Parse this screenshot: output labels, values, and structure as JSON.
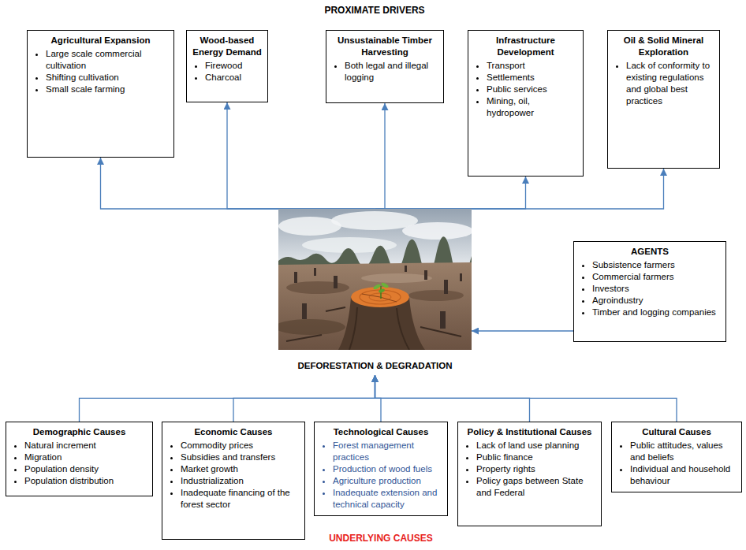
{
  "diagram": {
    "title": "PROXIMATE DRIVERS",
    "nodes": [
      {
        "text": [
          "Agricultural Expansion",
          "Large scale commercial cultivation",
          "Shifting cultivation",
          "Small scale farming"
        ]
      },
      {
        "text": [
          "Wood-based Energy Demand",
          "Firewood",
          "Charcoal"
        ]
      },
      {
        "text": [
          "Unsustainable Timber Harvesting",
          "Both legal and illegal logging"
        ]
      },
      {
        "text": [
          "Infrastructure Development",
          "Transport",
          "Settlements",
          "Public services",
          "Mining, oil, hydropower"
        ]
      },
      {
        "text": [
          "Oil & Solid Mineral Exploration",
          "Lack of conformity to existing regulations and global best practices"
        ]
      },
      {
        "text": [
          "DEFORESTATION & DEGRADATION"
        ]
      },
      {
        "text": [
          "AGENTS",
          "Subsistence farmers",
          "Commercial farmers",
          "Investors",
          "Agroindustry",
          "Timber and logging companies"
        ]
      },
      {
        "text": [
          "Demographic Causes",
          "Natural increment",
          "Migration",
          "Population density",
          "Population distribution"
        ]
      },
      {
        "text": [
          "Economic Causes",
          "Commodity prices",
          "Subsidies and transfers",
          "Market growth",
          "Industrialization",
          "Inadequate financing of the forest sector"
        ]
      },
      {
        "text": [
          "Technological Causes",
          "Forest management practices",
          "Production of wood fuels",
          "Agriculture production",
          "Inadequate extension and technical capacity"
        ]
      },
      {
        "text": [
          "Policy & Institutional Causes",
          "Lack of land use planning",
          "Public finance",
          "Property rights",
          "Policy gaps between State and Federal"
        ]
      },
      {
        "text": [
          "Cultural Causes",
          "Public attitudes, values and beliefs",
          "Individual and household behaviour"
        ]
      }
    ],
    "edges": [
      {
        "from": 5,
        "to": 0,
        "arrow": "to"
      },
      {
        "from": 5,
        "to": 1,
        "arrow": "to"
      },
      {
        "from": 5,
        "to": 2,
        "arrow": "to"
      },
      {
        "from": 5,
        "to": 3,
        "arrow": "to"
      },
      {
        "from": 5,
        "to": 4,
        "arrow": "to"
      },
      {
        "from": 6,
        "to": 5,
        "arrow": "to"
      },
      {
        "from": 7,
        "to": 5,
        "arrow": "to"
      },
      {
        "from": 8,
        "to": 5,
        "arrow": "to"
      },
      {
        "from": 9,
        "to": 5,
        "arrow": "to"
      },
      {
        "from": 10,
        "to": 5,
        "arrow": "to"
      },
      {
        "from": 11,
        "to": 5,
        "arrow": "to"
      }
    ],
    "labels": [
      "UNDERLYING CAUSES"
    ]
  }
}
